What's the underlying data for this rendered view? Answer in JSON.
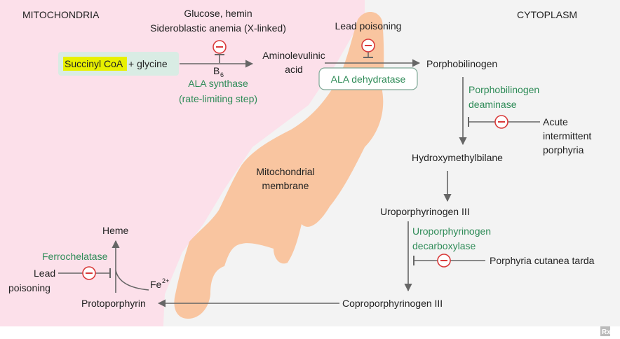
{
  "regions": {
    "left_label": "MITOCHONDRIA",
    "right_label": "CYTOPLASM",
    "membrane_label_1": "Mitochondrial",
    "membrane_label_2": "membrane"
  },
  "colors": {
    "mito_bg": "#fce0ea",
    "cyto_bg": "#f3f3f3",
    "membrane": "#f9c5a0",
    "highlight": "#e8f000",
    "substrate_box": "#d9ece4",
    "enzyme_text": "#2e8b57",
    "arrow": "#666666",
    "inhibitor": "#d93a3a"
  },
  "nodes": {
    "succinyl_coa": "Succinyl CoA",
    "glycine": "+ glycine",
    "ala_1": "Aminolevulinic",
    "ala_2": "acid",
    "porphobilinogen": "Porphobilinogen",
    "hydroxymethylbilane": "Hydroxymethylbilane",
    "uroporphyrinogen": "Uroporphyrinogen III",
    "coproporphyrinogen": "Coproporphyrinogen III",
    "protoporphyrin": "Protoporphyrin",
    "heme": "Heme",
    "fe": "Fe",
    "fe_charge": "2+"
  },
  "enzymes": {
    "ala_synthase_1": "ALA synthase",
    "ala_synthase_2": "(rate-limiting step)",
    "b6": "B",
    "b6_sub": "6",
    "ala_dehydratase": "ALA dehydratase",
    "pbg_deaminase_1": "Porphobilinogen",
    "pbg_deaminase_2": "deaminase",
    "uro_decarboxylase_1": "Uroporphyrinogen",
    "uro_decarboxylase_2": "decarboxylase",
    "ferrochelatase": "Ferrochelatase"
  },
  "inhibitors": {
    "glucose_hemin": "Glucose, hemin",
    "sideroblastic": "Sideroblastic anemia (X-linked)",
    "lead_top": "Lead poisoning",
    "aip_1": "Acute",
    "aip_2": "intermittent",
    "aip_3": "porphyria",
    "pct": "Porphyria cutanea tarda",
    "lead_left_1": "Lead",
    "lead_left_2": "poisoning"
  },
  "logo": "Rx"
}
